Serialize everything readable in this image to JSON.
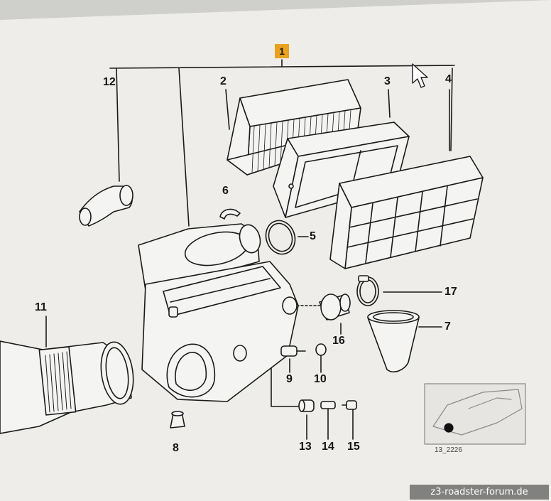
{
  "diagram": {
    "group_label": "1",
    "ref_code": "13_2226",
    "watermark": "z3-roadster-forum.de",
    "callouts": [
      "2",
      "3",
      "4",
      "5",
      "6",
      "7",
      "8",
      "9",
      "10",
      "11",
      "12",
      "14",
      "15",
      "13",
      "16",
      "17"
    ],
    "colors": {
      "background": "#cfcfcc",
      "paper": "#efeeeb",
      "line": "#1a1a1a",
      "highlight": "#e8a21d"
    }
  }
}
